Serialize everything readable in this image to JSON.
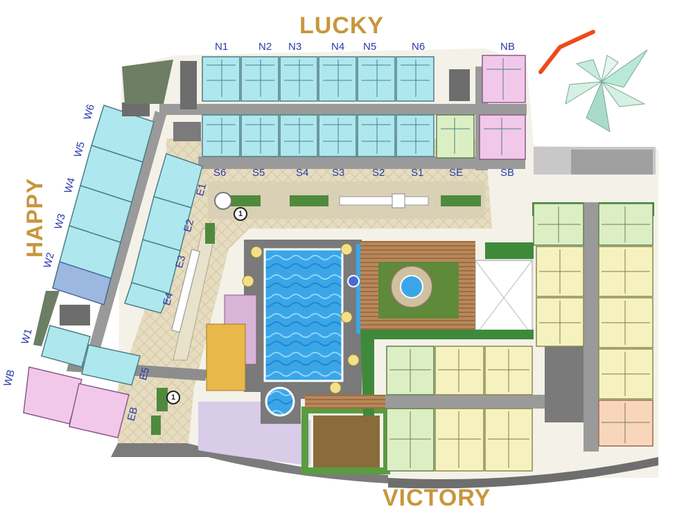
{
  "zones": {
    "lucky": "LUCKY",
    "happy": "HAPPY",
    "victory": "VICTORY"
  },
  "lucky_north_units": [
    "N1",
    "N2",
    "N3",
    "N4",
    "N5",
    "N6",
    "NB"
  ],
  "lucky_south_units": [
    "S6",
    "S5",
    "S4",
    "S3",
    "S2",
    "S1",
    "SE",
    "SB"
  ],
  "happy_west_units": [
    "W6",
    "W5",
    "W4",
    "W3",
    "W2",
    "W1",
    "WB"
  ],
  "happy_east_units": [
    "E1",
    "E2",
    "E3",
    "E4",
    "E5",
    "EB"
  ],
  "markers": [
    "1",
    "1"
  ],
  "colors": {
    "unit_blue": "#aee8ee",
    "unit_pink": "#f2c8ea",
    "unit_green": "#dcefc4",
    "unit_yellow": "#f6f2c0",
    "unit_peach": "#f8d6bc",
    "unit_steel": "#9cb8e0",
    "corridor": "#9a9a9a",
    "pool": "#3aa6e8",
    "garden": "#3f8a3a",
    "plaza": "#d8cdb0",
    "title": "#c8963c",
    "unit_label": "#2a3aa8",
    "arrow": "#ee4a1a"
  },
  "icons": [
    "compass-icon",
    "north-arrow-icon",
    "elevator-icon",
    "umbrella-icon"
  ]
}
